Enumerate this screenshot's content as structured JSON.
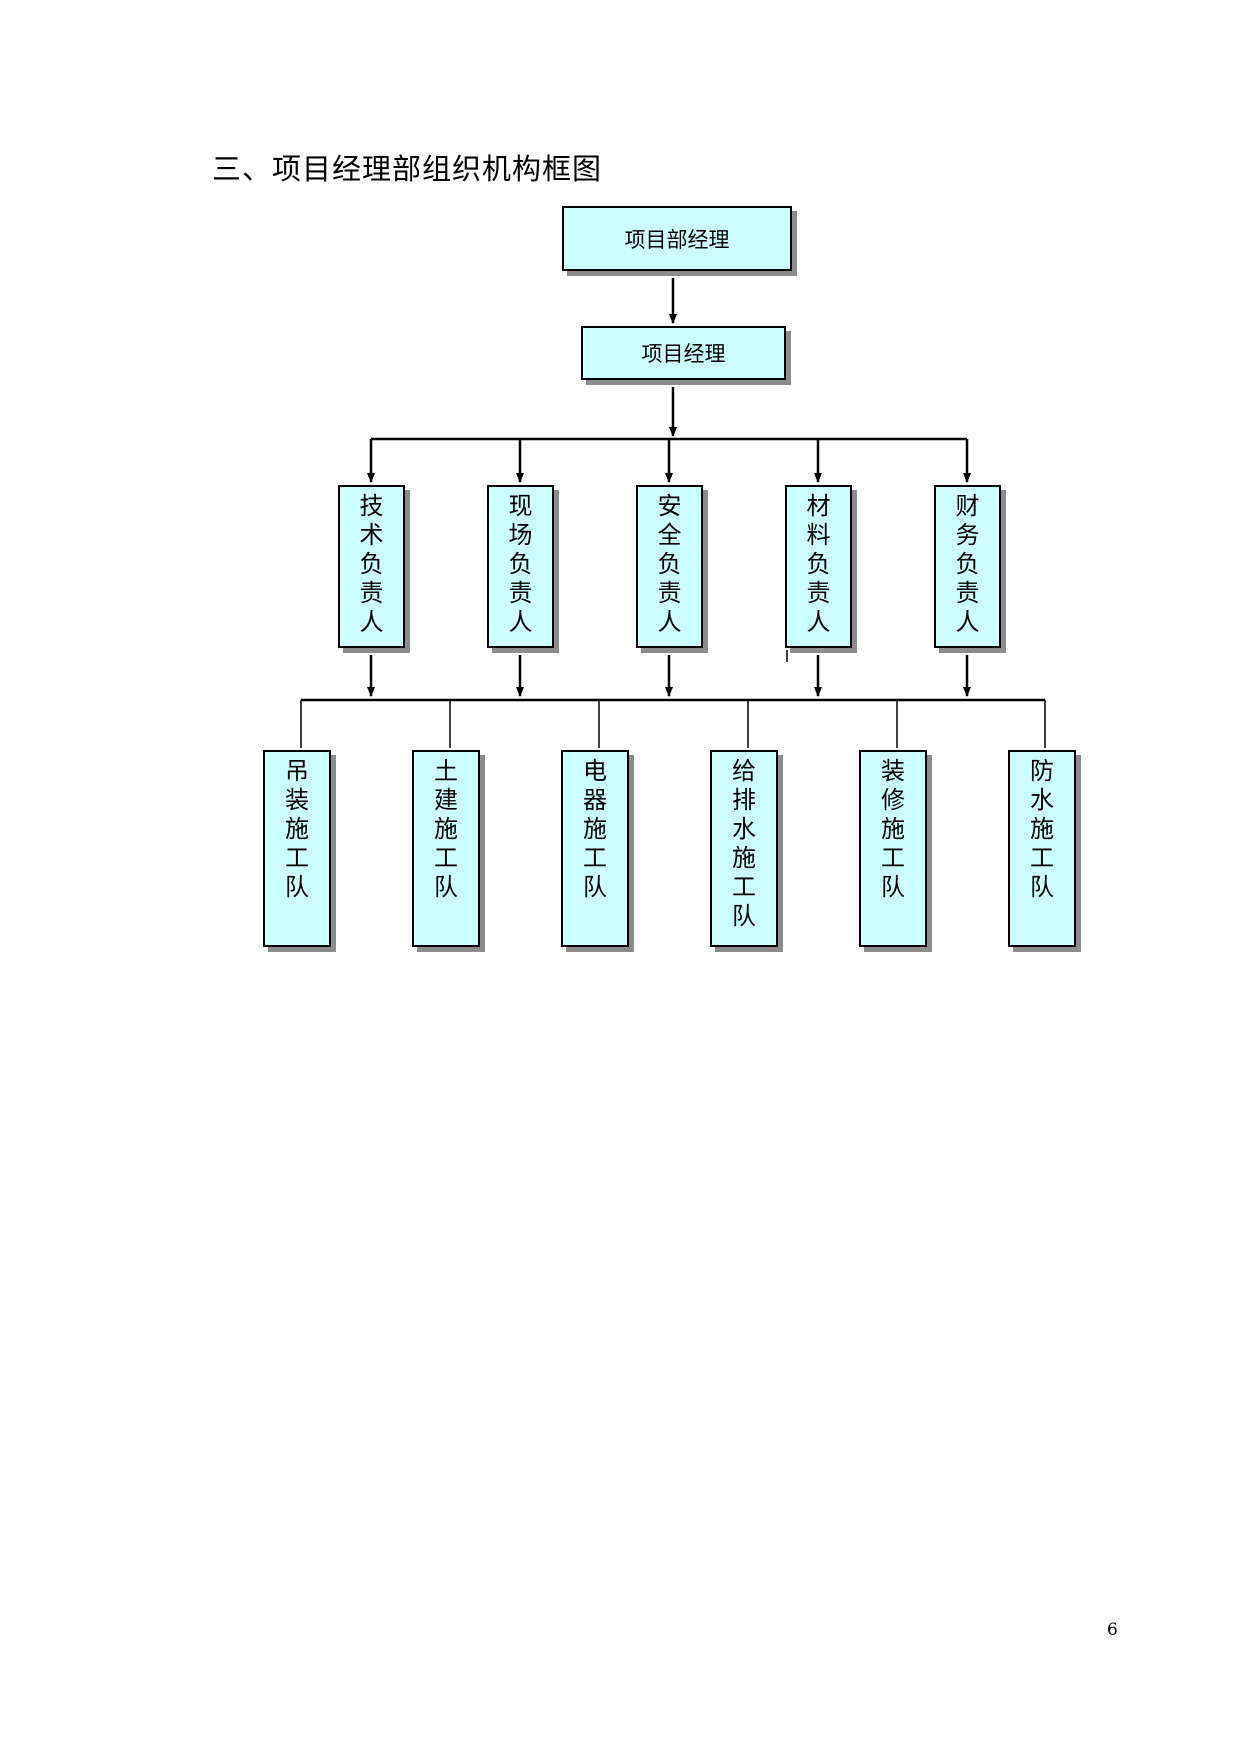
{
  "heading": "三、项目经理部组织机构框图",
  "top_node": "项目部经理",
  "second_node": "项目经理",
  "managers": [
    "技术负责人",
    "现场负责人",
    "安全负责人",
    "材料负责人",
    "财务负责人"
  ],
  "teams": [
    "吊装施工队",
    "土建施工队",
    "电器施工队",
    "给排水施工队",
    "装修施工队",
    "防水施工队"
  ],
  "colors": {
    "box_fill": "#ccffff",
    "shadow": "#8c8c8c",
    "line": "#000000"
  },
  "page_number": "6"
}
